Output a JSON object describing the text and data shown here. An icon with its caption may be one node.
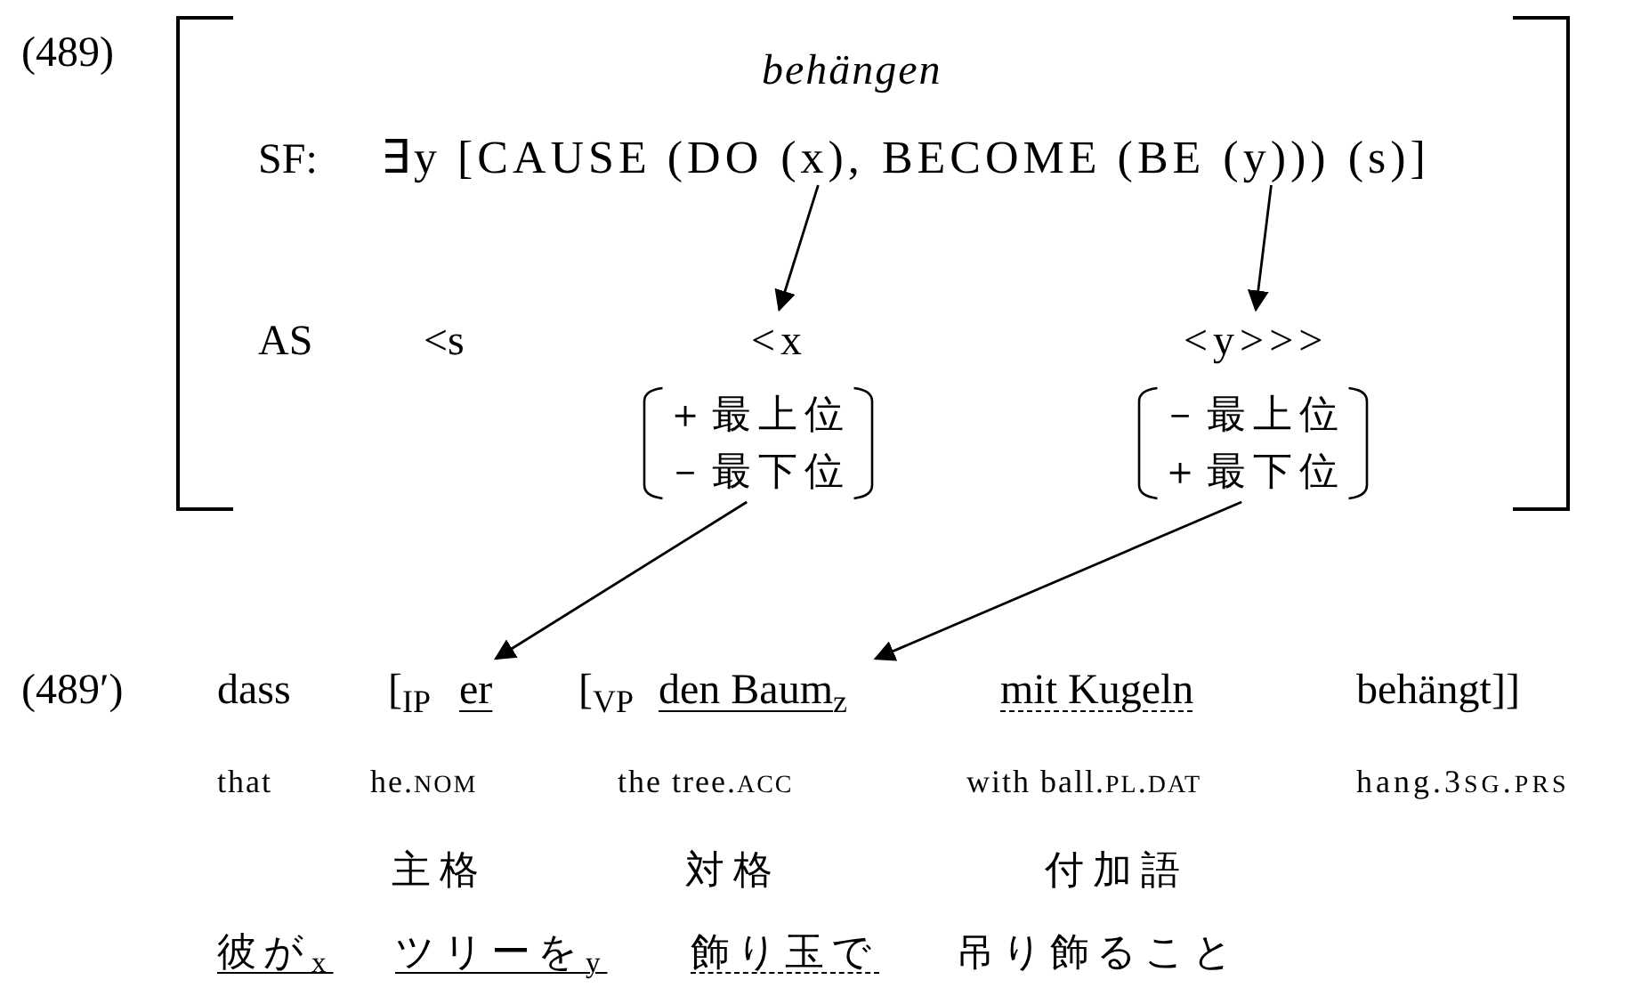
{
  "diagram": {
    "nodes": [
      {
        "text": [
          "(x),"
        ]
      },
      {
        "text": [
          "(y)))"
        ]
      },
      {
        "text": [
          "<x"
        ]
      },
      {
        "text": [
          "<y>>>"
        ]
      },
      {
        "text": [
          "＋最上位",
          "－最下位"
        ]
      },
      {
        "text": [
          "－最上位",
          "＋最下位"
        ]
      },
      {
        "text": [
          "er"
        ]
      },
      {
        "text": [
          "den Baum$_{z}$"
        ]
      }
    ],
    "edges": [
      {
        "from": 0,
        "to": 2,
        "arrow": "to"
      },
      {
        "from": 1,
        "to": 3,
        "arrow": "to"
      },
      {
        "from": 4,
        "to": 6,
        "arrow": "to"
      },
      {
        "from": 5,
        "to": 7,
        "arrow": "to"
      }
    ],
    "labels": [
      "(489)",
      "behängen",
      "SF:",
      "∃y [CAUSE (DO",
      "BECOME (BE",
      "(s)]",
      "AS",
      "<s",
      "(489′)",
      "dass",
      "[$_{IP}$",
      "[$_{VP}$",
      "mit Kugeln",
      "behängt]]",
      "that",
      "he.NOM",
      "the tree.ACC",
      "with ball.PL.DAT",
      "hang.3SG.PRS",
      "主格",
      "対格",
      "付加語",
      "彼が$_{x}$",
      "ツリーを$_{y}$",
      "飾り玉で",
      "吊り飾ること"
    ]
  }
}
